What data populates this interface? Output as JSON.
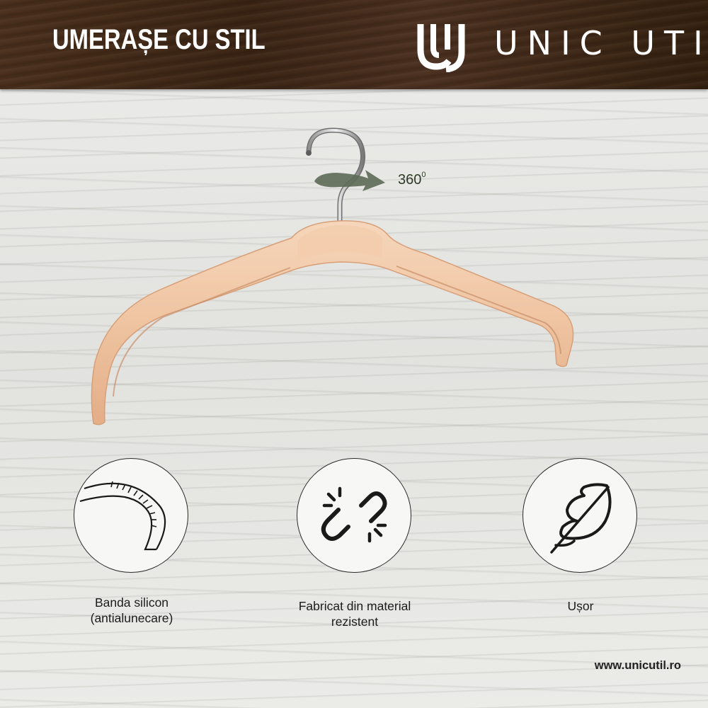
{
  "header": {
    "title": "UMERAȘE CU STIL",
    "brand_name": "UNIC UTIL",
    "brand_logo_text": "UJ"
  },
  "product": {
    "rotation_label": "360",
    "rotation_unit": "0"
  },
  "features": [
    {
      "icon": "silicon-strip-icon",
      "line1": "Banda silicon",
      "line2": "(antialunecare)"
    },
    {
      "icon": "broken-chain-icon",
      "line1": "Fabricat din material",
      "line2": "rezistent"
    },
    {
      "icon": "feather-icon",
      "line1": "Ușor",
      "line2": ""
    }
  ],
  "footer": {
    "website": "www.unicutil.ro"
  },
  "colors": {
    "header_wood": "#3a2414",
    "wood": "#f0c7a6",
    "arrow": "#5b6a55",
    "icon_stroke": "#1a1a1a"
  }
}
